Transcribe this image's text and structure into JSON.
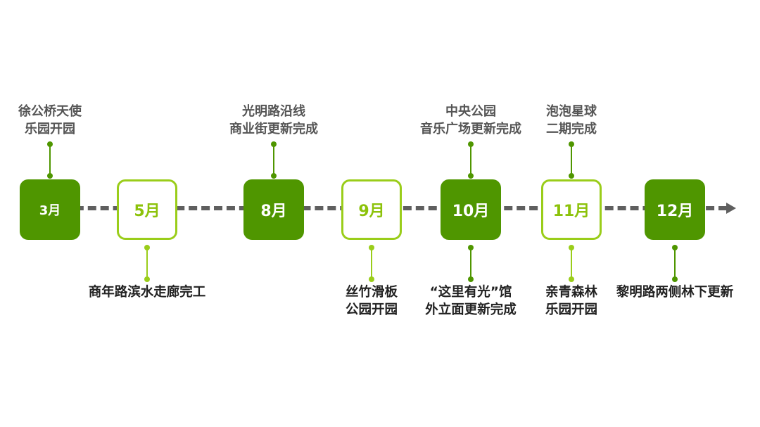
{
  "colors": {
    "filled": "#4f9600",
    "outline": "#9acd1a",
    "axis": "#5f5f5f"
  },
  "milestones": [
    {
      "month": "3月",
      "style": "filled",
      "top": [
        "徐公桥天使",
        "乐园开园"
      ],
      "bottom": null
    },
    {
      "month": "5月",
      "style": "outline",
      "top": null,
      "bottom": [
        "商年路滨水走廊完工"
      ]
    },
    {
      "month": "8月",
      "style": "filled",
      "top": [
        "光明路沿线",
        "商业街更新完成"
      ],
      "bottom": null
    },
    {
      "month": "9月",
      "style": "outline",
      "top": null,
      "bottom": [
        "丝竹滑板",
        "公园开园"
      ]
    },
    {
      "month": "10月",
      "style": "filled",
      "top": [
        "中央公园",
        "音乐广场更新完成"
      ],
      "bottom": [
        "“这里有光”馆",
        "外立面更新完成"
      ]
    },
    {
      "month": "11月",
      "style": "outline",
      "top": [
        "泡泡星球",
        "二期完成"
      ],
      "bottom": [
        "亲青森林",
        "乐园开园"
      ]
    },
    {
      "month": "12月",
      "style": "filled",
      "top": null,
      "bottom": [
        "黎明路两侧林下更新"
      ]
    }
  ]
}
